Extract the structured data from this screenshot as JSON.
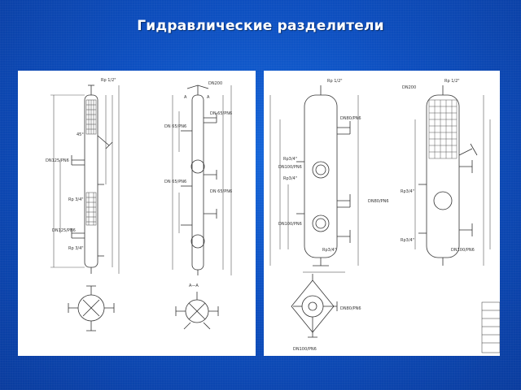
{
  "slide": {
    "title": "Гидравлические разделители"
  },
  "left_drawing": {
    "labels": {
      "rp12": "Rp 1/2\"",
      "dn200": "DN200",
      "dn125_top": "DN125/PN6",
      "dn125_bot": "DN125/PN6",
      "rp34_a": "Rp 3/4\"",
      "rp34_b": "Rp 3/4\"",
      "angle": "45°",
      "dn65_a": "DN 65/PN6",
      "dn65_b": "DN 65/PN6",
      "dn65_c": "DN 65/PN6",
      "dn65_d": "DN 65/PN6",
      "section": "A—A",
      "a1": "A",
      "a2": "A"
    }
  },
  "right_drawing": {
    "labels": {
      "rp12_a": "Rp 1/2\"",
      "rp12_b": "Rp 1/2\"",
      "dn200": "DN200",
      "dn80_a": "DN80/PN6",
      "dn80_b": "DN80/PN6",
      "dn80_c": "DN80/PN6",
      "dn100_a": "DN100/PN6",
      "dn100_b": "DN100/PN6",
      "dn100_c": "DN100/PN6",
      "dn100_d": "DN100/PN6",
      "rp34_a": "Rp3/4\"",
      "rp34_b": "Rp3/4\"",
      "rp34_c": "Rp3/4\"",
      "rp34_d": "Rp3/4\"",
      "rp34_e": "Rp3/4\""
    }
  }
}
